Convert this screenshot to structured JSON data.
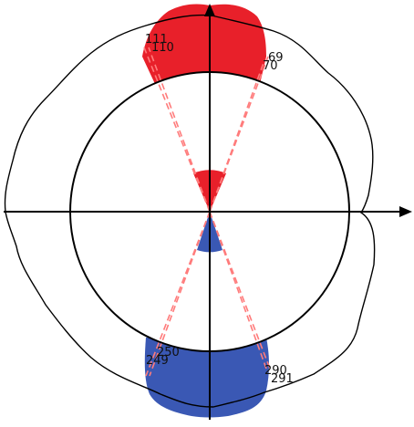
{
  "colors": {
    "red": "#e8202a",
    "blue": "#3a58b4",
    "dash": "#ff7b7b",
    "line": "#000000"
  },
  "labels": {
    "top_left_outer": "111",
    "top_left_inner": "110",
    "top_right_outer": "69",
    "top_right_inner": "70",
    "bottom_left_outer": "250",
    "bottom_left_inner": "249",
    "bottom_right_outer": "290",
    "bottom_right_inner": "291"
  }
}
